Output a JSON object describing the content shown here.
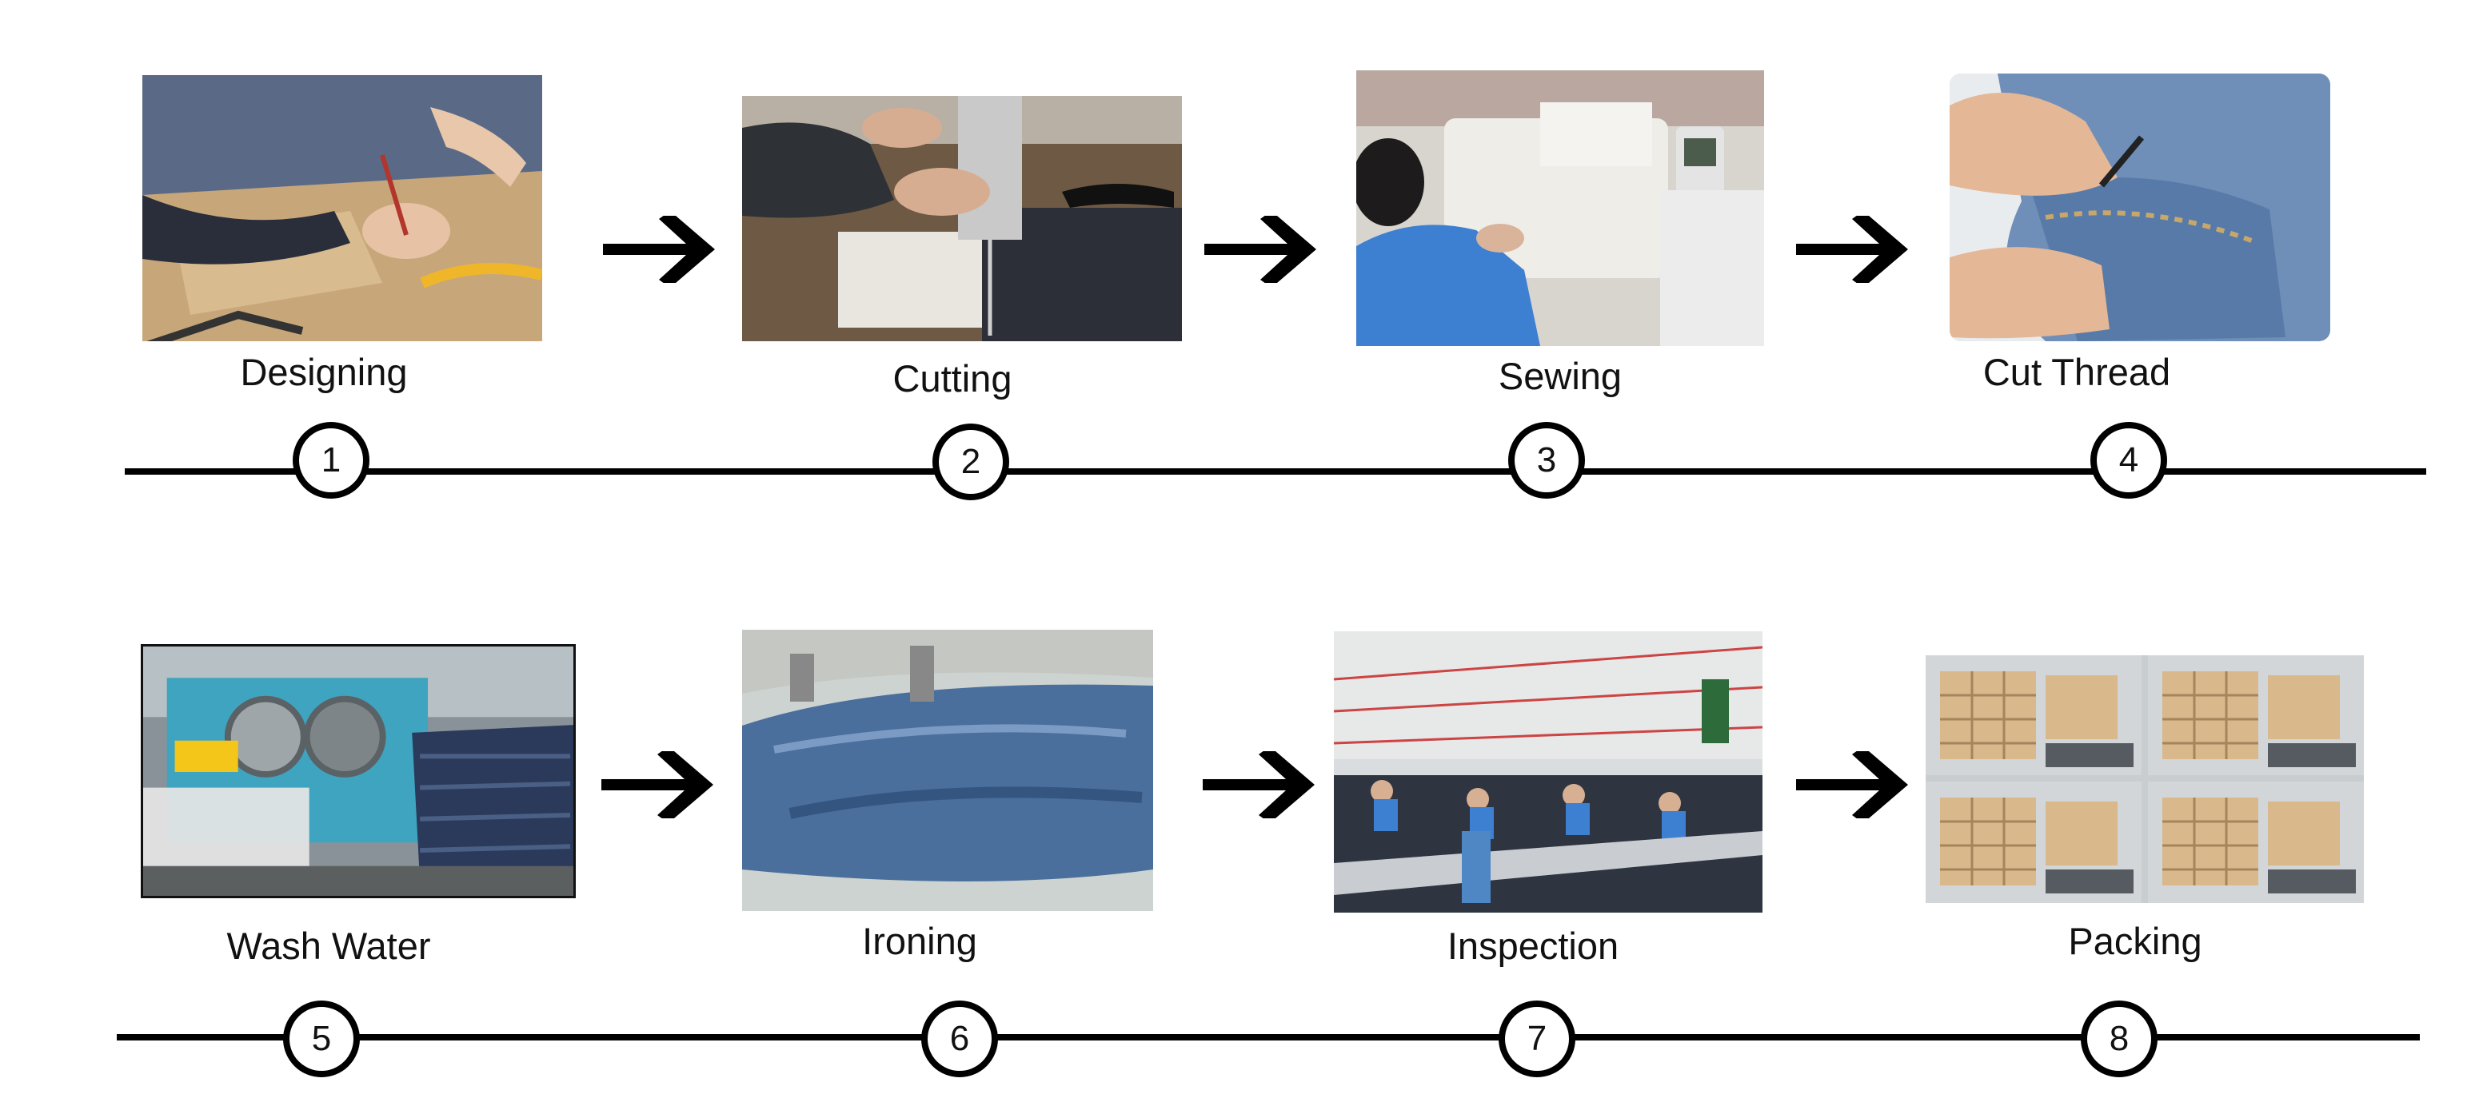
{
  "steps": [
    {
      "number": "1",
      "label": "Designing"
    },
    {
      "number": "2",
      "label": "Cutting"
    },
    {
      "number": "3",
      "label": "Sewing"
    },
    {
      "number": "4",
      "label": "Cut Thread"
    },
    {
      "number": "5",
      "label": "Wash Water"
    },
    {
      "number": "6",
      "label": "Ironing"
    },
    {
      "number": "7",
      "label": "Inspection"
    },
    {
      "number": "8",
      "label": "Packing"
    }
  ],
  "colors": {
    "line": "#000000",
    "denim": "#4a6f9c",
    "paper": "#c9a878",
    "machine": "#e8e8e4",
    "worker_blue": "#3d7fd0",
    "carton": "#d9b88c",
    "washer_teal": "#3fa4c0"
  }
}
